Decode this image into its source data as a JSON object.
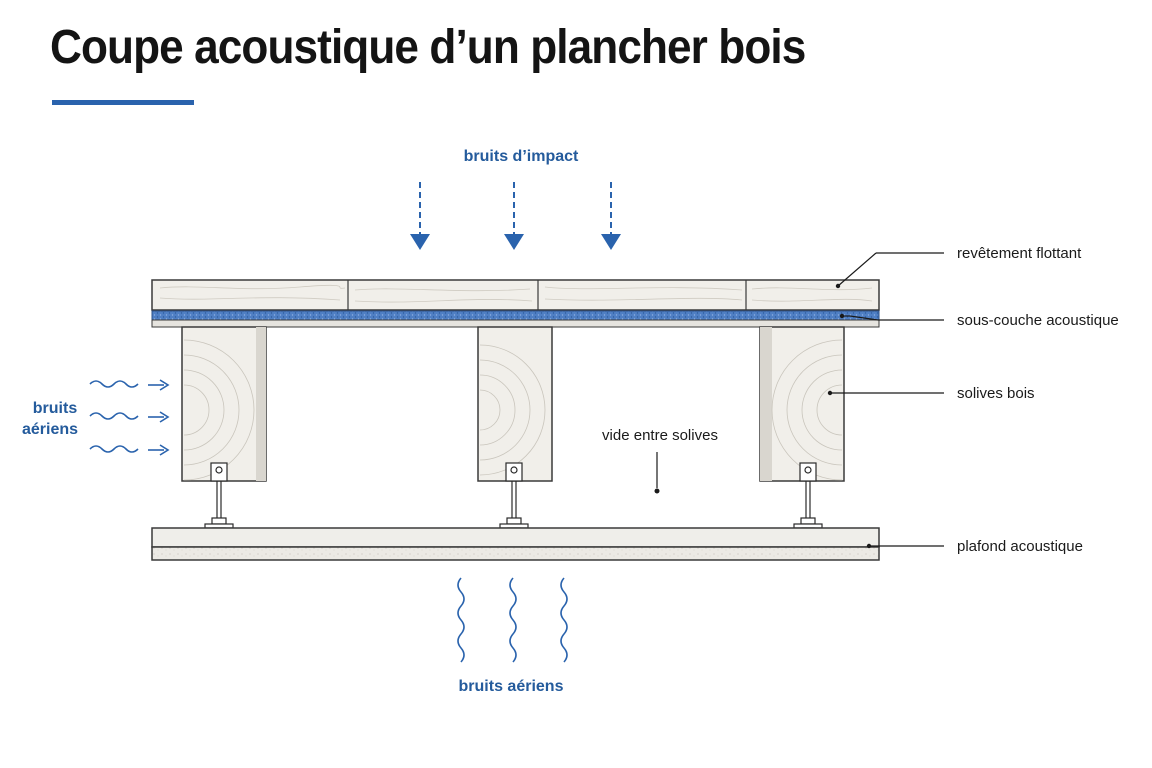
{
  "page": {
    "title": "Coupe acoustique d’un plancher bois",
    "accent_color": "#2a63ad"
  },
  "labels": {
    "impact": "bruits d’impact",
    "airborne_side_line1": "bruits",
    "airborne_side_line2": "aériens",
    "airborne_bottom": "bruits aériens",
    "cavity": "vide entre solives"
  },
  "callouts": [
    {
      "id": "floating-floor",
      "text": "revêtement flottant"
    },
    {
      "id": "acoustic-underlay",
      "text": "sous-couche acoustique"
    },
    {
      "id": "wood-joists",
      "text": "solives bois"
    },
    {
      "id": "acoustic-ceiling",
      "text": "plafond acoustique"
    }
  ],
  "colors": {
    "arrow_blue": "#2a63ad",
    "underlay_blue": "#4f7fc4",
    "wood": "#f1efea",
    "wood_grain": "#c9c5bc",
    "line": "#1a1a1a"
  }
}
